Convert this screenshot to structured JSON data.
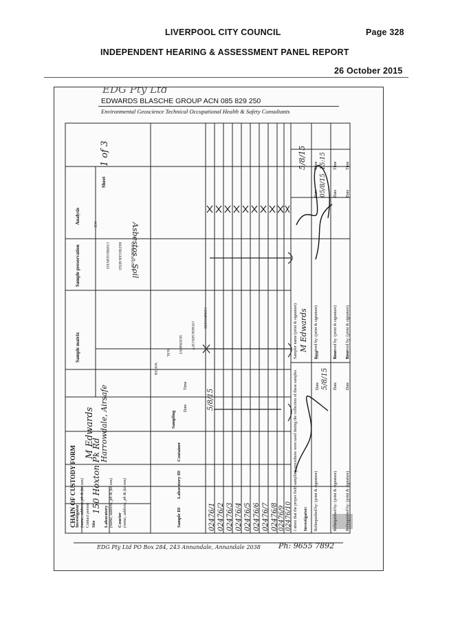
{
  "header": {
    "council": "LIVERPOOL CITY COUNCIL",
    "page": "Page 328",
    "report_title": "INDEPENDENT HEARING & ASSESSMENT PANEL REPORT",
    "date": "26 October 2015"
  },
  "form": {
    "logo": "EDG Pty Ltd",
    "company": "EDWARDS BLASCHE GROUP ACN 085 829 250",
    "tagline": "Environmental  Geoscience  Technical  Occupational Health & Safety  Consultants",
    "title": "CHAIN OF CUSTODY FORM",
    "sheet_label": "Sheet",
    "sheet_value": "1 of 3",
    "investigator_label": "Investigator",
    "investigator_sub": "(name, address, ph & fax nos)",
    "investigator_value": "M Edwards",
    "contact_label": "Contact person",
    "site_label": "Site",
    "site_value": "150 Hoxton Pk Rd",
    "site_value_2": "Harrowdale, Airsafe",
    "laboratory_label": "Laboratory",
    "laboratory_sub": "(name, address, ph & fax nos)",
    "courier_label": "Courier",
    "courier_sub": "(name, address, ph & fax nos)",
    "columns": {
      "sample_id": "Sample ID",
      "lab_id": "Laboratory ID",
      "container": "Container",
      "sampling": "Sampling",
      "date": "Date",
      "time": "Time",
      "sample_matrix": "Sample matrix",
      "sample_preservation": "Sample preservation",
      "analysis": "Analysis"
    },
    "matrix_options": [
      "WATER",
      "SOIL",
      "SEDIMENT",
      "OTHER/SPECIFY",
      "COMPOSITE"
    ],
    "preservation_options": [
      "ICE",
      "UNPRESERVED",
      "REFRIGERATED",
      "OTHER/SPECIFY"
    ],
    "analysis_value": "Asbestos - Soil",
    "samples": [
      "02476/1",
      "02476/2",
      "02476/3",
      "02476/4",
      "02476/5",
      "02476/6",
      "02476/7",
      "02476/8",
      "02476/9",
      "02476/10"
    ],
    "sample_date": "5/8/15",
    "attest": "I attest that the proper field sampling procedures were used during the collection of these samples",
    "investigator_sig_label": "Investigator:",
    "relinquished_label": "Relinquished by: (print & signature)",
    "received_label": "Received by: (print & signature)",
    "sampler_label": "Sampler name (print & signature)",
    "sampler_value": "M Edwards",
    "date_label": "Date",
    "time_label": "Time",
    "sign_date_1": "5/8/15",
    "sign_time_1": "15:15",
    "sign_date_2": "05/8/15",
    "footer": "EDG Pty Ltd   PO Box 284, 243 Annandale, Annandale 2038",
    "footer_ph": "Ph: 9655 7892"
  }
}
